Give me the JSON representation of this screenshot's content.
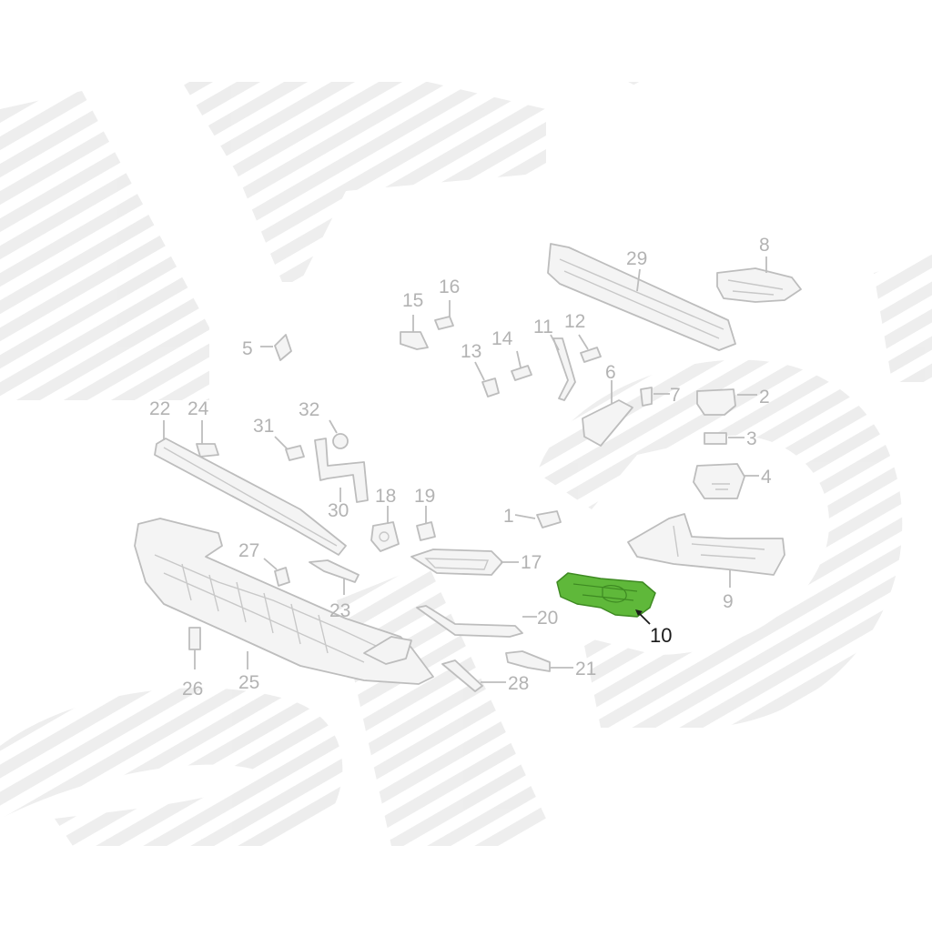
{
  "diagram": {
    "highlight_color": "#5fb83a",
    "line_color": "#bdbdbd",
    "watermark_color": "#eeeeee",
    "highlighted_part": "10",
    "labels": {
      "p1": "1",
      "p2": "2",
      "p3": "3",
      "p4": "4",
      "p5": "5",
      "p6": "6",
      "p7": "7",
      "p8": "8",
      "p9": "9",
      "p10": "10",
      "p11": "11",
      "p12": "12",
      "p13": "13",
      "p14": "14",
      "p15": "15",
      "p16": "16",
      "p17": "17",
      "p18": "18",
      "p19": "19",
      "p20": "20",
      "p21": "21",
      "p22": "22",
      "p23": "23",
      "p24": "24",
      "p25": "25",
      "p26": "26",
      "p27": "27",
      "p28": "28",
      "p29": "29",
      "p30": "30",
      "p31": "31",
      "p32": "32"
    }
  }
}
